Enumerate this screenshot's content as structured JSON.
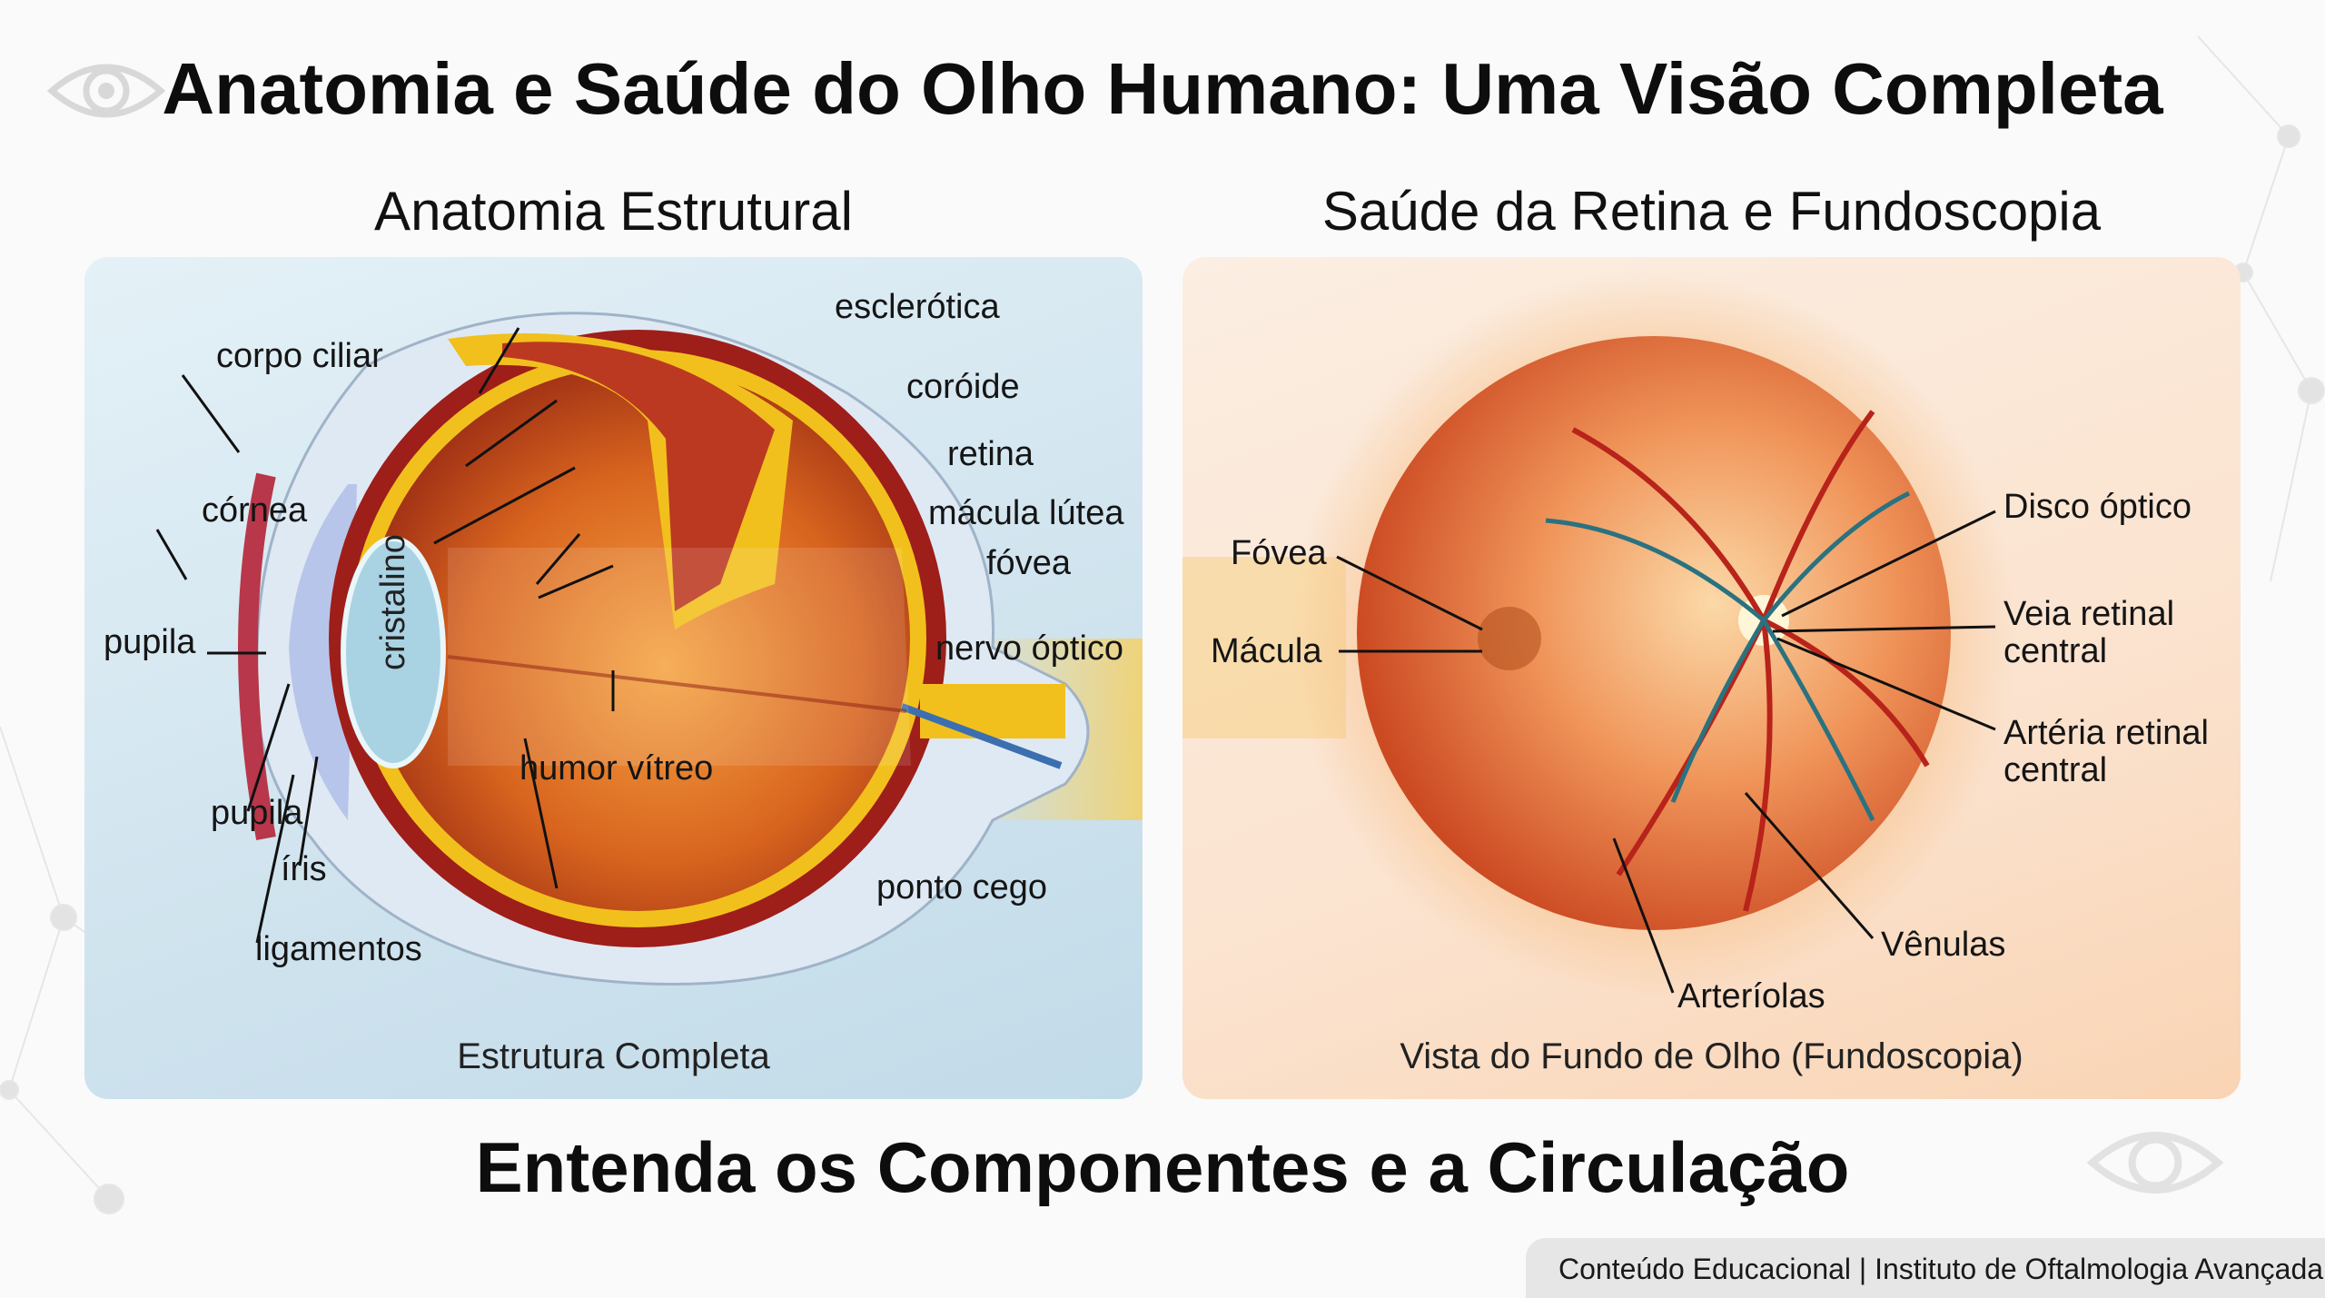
{
  "title": "Anatomia e Saúde do Olho Humano: Uma Visão Completa",
  "left": {
    "heading": "Anatomia Estrutural",
    "caption": "Estrutura Completa",
    "labels": {
      "esclerotica": "esclerótica",
      "corpo_ciliar": "corpo ciliar",
      "coroide": "coróide",
      "retina": "retina",
      "cornea": "córnea",
      "macula": "mácula lútea",
      "fovea": "fóvea",
      "pupila1": "pupila",
      "nervo": "nervo óptico",
      "cristalino": "cristalino",
      "humor": "humor vítreo",
      "pupila2": "pupila",
      "iris": "íris",
      "ponto": "ponto cego",
      "ligamentos": "ligamentos"
    }
  },
  "right": {
    "heading": "Saúde da Retina e Fundoscopia",
    "caption": "Vista do Fundo de Olho (Fundoscopia)",
    "labels": {
      "fovea": "Fóvea",
      "macula": "Mácula",
      "disco": "Disco óptico",
      "veia1": "Veia retinal",
      "veia2": "central",
      "arteria1": "Artéria retinal",
      "arteria2": "central",
      "venulas": "Vênulas",
      "arteriolas": "Arteríolas"
    }
  },
  "bottom_heading": "Entenda os Componentes e a Circulação",
  "footer": "Conteúdo Educacional | Instituto de Oftalmologia Avançada",
  "colors": {
    "sclera_yellow": "#f2c01c",
    "tissue_red": "#9e1e1a",
    "vitreous": "#d8641e",
    "fundus": "#e36a32"
  }
}
